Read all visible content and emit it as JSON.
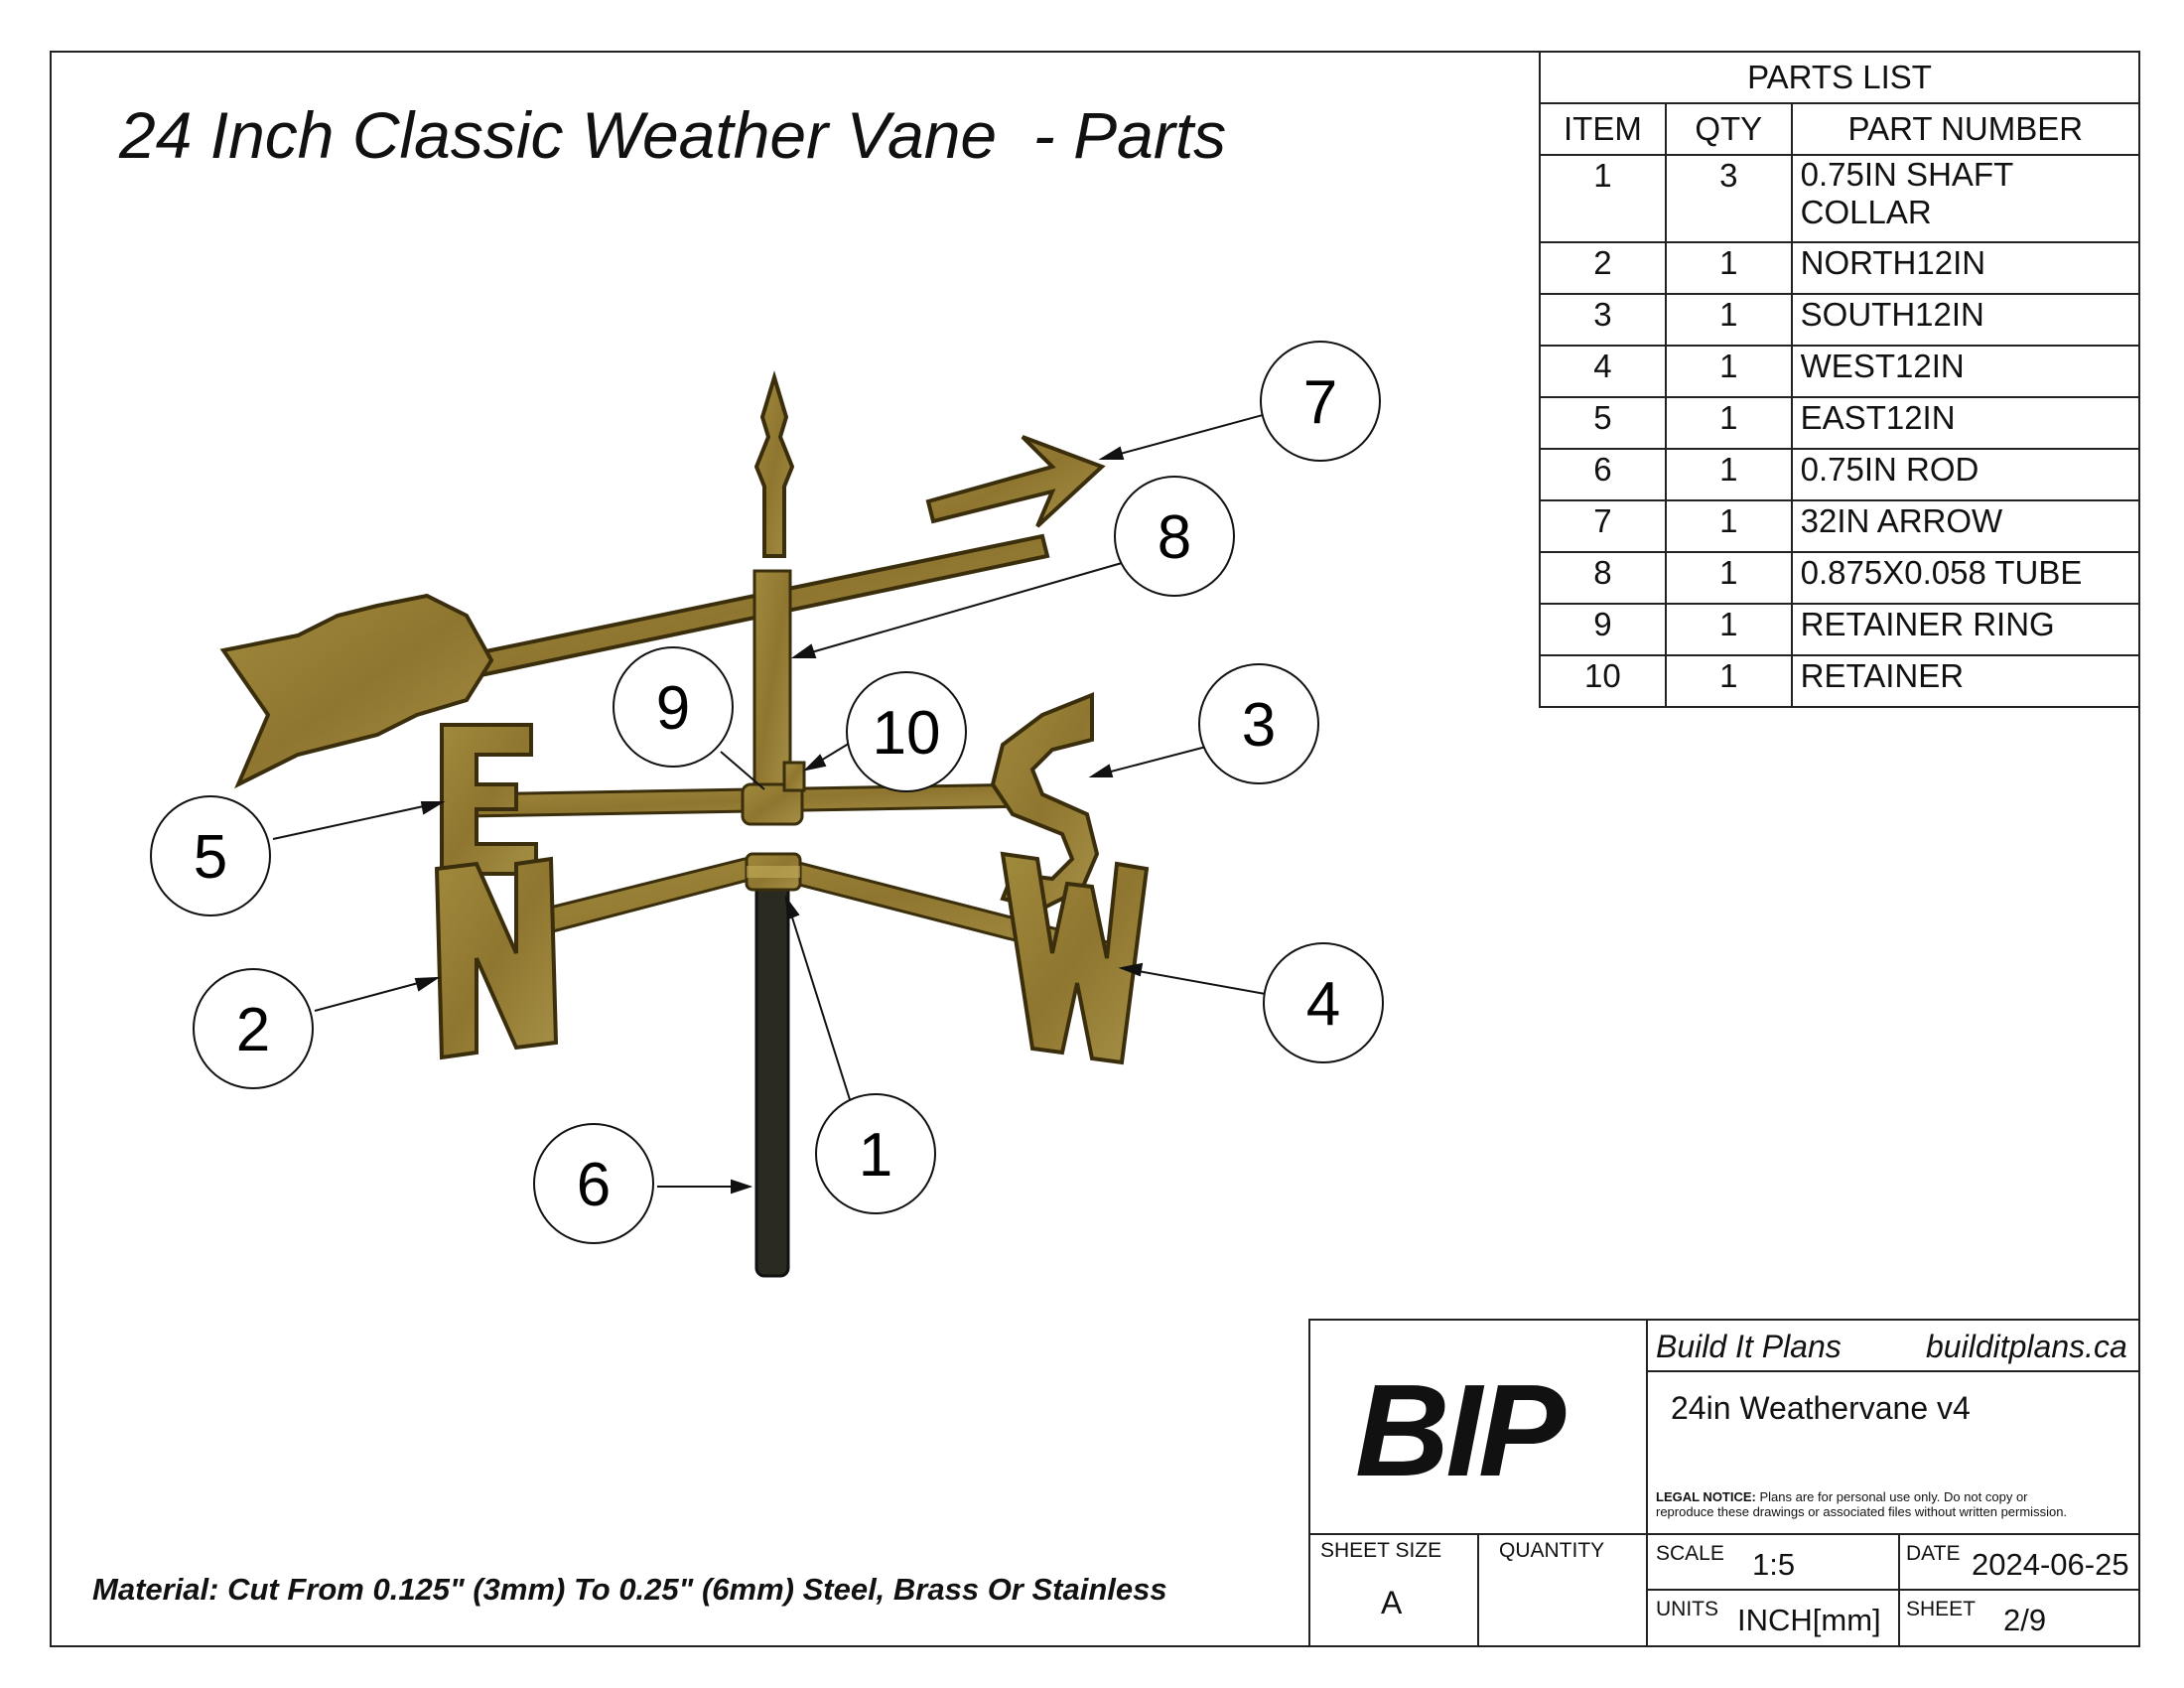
{
  "title": "24 Inch Classic Weather Vane  - Parts",
  "material_note": "Material: Cut From 0.125\" (3mm) To 0.25\" (6mm) Steel, Brass Or Stainless",
  "parts_list": {
    "caption": "PARTS LIST",
    "headers": [
      "ITEM",
      "QTY",
      "PART NUMBER"
    ],
    "rows": [
      {
        "item": "1",
        "qty": "3",
        "part": "0.75IN SHAFT COLLAR"
      },
      {
        "item": "2",
        "qty": "1",
        "part": "NORTH12IN"
      },
      {
        "item": "3",
        "qty": "1",
        "part": "SOUTH12IN"
      },
      {
        "item": "4",
        "qty": "1",
        "part": "WEST12IN"
      },
      {
        "item": "5",
        "qty": "1",
        "part": "EAST12IN"
      },
      {
        "item": "6",
        "qty": "1",
        "part": "0.75IN ROD"
      },
      {
        "item": "7",
        "qty": "1",
        "part": "32IN ARROW"
      },
      {
        "item": "8",
        "qty": "1",
        "part": "0.875X0.058 TUBE"
      },
      {
        "item": "9",
        "qty": "1",
        "part": "RETAINER RING"
      },
      {
        "item": "10",
        "qty": "1",
        "part": "RETAINER"
      }
    ]
  },
  "balloons": [
    "7",
    "8",
    "9",
    "10",
    "3",
    "5",
    "2",
    "4",
    "6",
    "1"
  ],
  "drawing_letters": {
    "north": "N",
    "south": "S",
    "west": "W",
    "east": "E"
  },
  "title_block": {
    "logo": "BIP",
    "company": "Build It Plans",
    "website": "builditplans.ca",
    "drawing_name": "24in Weathervane v4",
    "legal_label": "LEGAL NOTICE:",
    "legal_text": " Plans are for personal use only. Do not copy or",
    "legal_text2": "reproduce these drawings or associated files without written permission.",
    "sheet_size_label": "SHEET SIZE",
    "sheet_size": "A",
    "quantity_label": "QUANTITY",
    "scale_label": "SCALE",
    "scale": "1:5",
    "date_label": "DATE",
    "date": "2024-06-25",
    "units_label": "UNITS",
    "units": "INCH[mm]",
    "sheet_label": "SHEET",
    "sheet": "2/9"
  },
  "colors": {
    "metal": "#9a8236",
    "metal_dark": "#4a3c12",
    "rod": "#2a2a20",
    "line": "#222222"
  }
}
